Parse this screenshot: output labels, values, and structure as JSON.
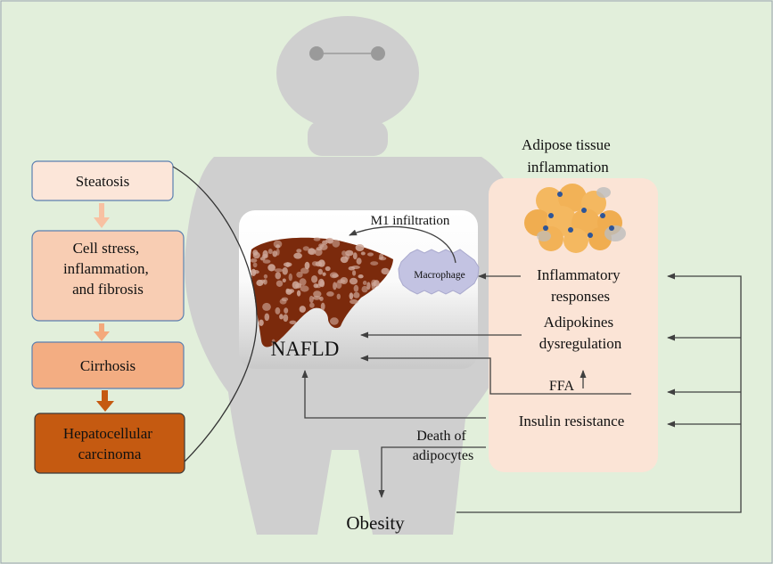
{
  "stages": [
    {
      "label_lines": [
        "Steatosis"
      ],
      "fill": "#fce6d9"
    },
    {
      "label_lines": [
        "Cell stress,",
        "inflammation,",
        "and fibrosis"
      ],
      "fill": "#f8cdb3"
    },
    {
      "label_lines": [
        "Cirrhosis"
      ],
      "fill": "#f3ad82"
    },
    {
      "label_lines": [
        "Hepatocellular",
        "carcinoma"
      ],
      "fill": "#c55a11"
    }
  ],
  "liver_panel": {
    "nafld_label": "NAFLD",
    "m1_label": "M1 infiltration",
    "macrophage_label": "Macrophage"
  },
  "adipose_panel": {
    "title_lines": [
      "Adipose tissue",
      "inflammation"
    ],
    "inflammatory_lines": [
      "Inflammatory",
      "responses"
    ],
    "adipokines_lines": [
      "Adipokines",
      "dysregulation"
    ],
    "ffa_label": "FFA",
    "insulin_label": "Insulin resistance"
  },
  "death_lines": [
    "Death of",
    "adipocytes"
  ],
  "obesity_label": "Obesity",
  "colors": {
    "background": "#e2efdb",
    "silhouette": "#cfcfcf",
    "adipose_box": "#fbe4d6",
    "liver": "#7b2a0c",
    "macrophage": "#c3c3e2",
    "arrow": "#404040"
  }
}
